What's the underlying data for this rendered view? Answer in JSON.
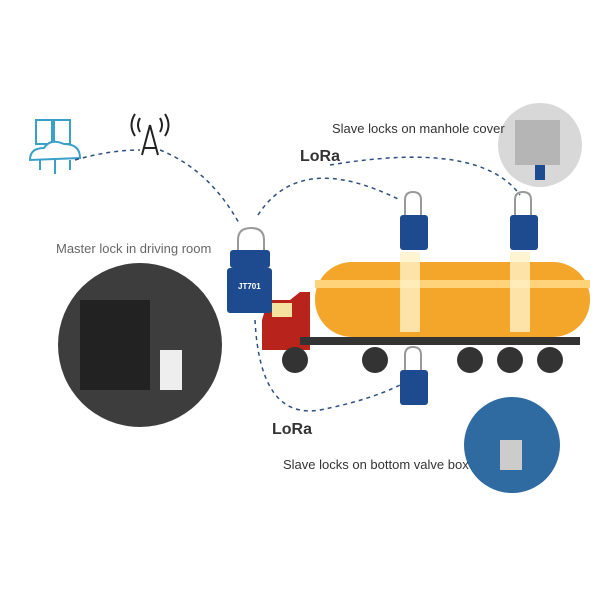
{
  "labels": {
    "master": "Master lock in driving room",
    "manhole": "Slave locks on manhole cover",
    "valve": "Slave locks on bottom valve box",
    "lora_top": "LoRa",
    "lora_bottom": "LoRa",
    "device_model": "JT701"
  },
  "colors": {
    "link": "#2e4e7e",
    "tank": "#f4a62a",
    "cab": "#b8231c",
    "lock": "#1e4b8f",
    "cloud_icon": "#3aa0c8"
  }
}
